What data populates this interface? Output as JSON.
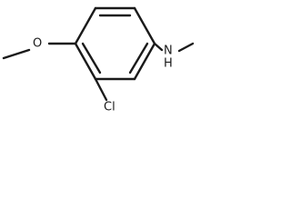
{
  "molecule": {
    "atoms": {
      "methoxy_oxygen": "O",
      "chlorine": "Cl",
      "amine_nitrogen": "N",
      "amine_hydrogen": "H"
    }
  }
}
